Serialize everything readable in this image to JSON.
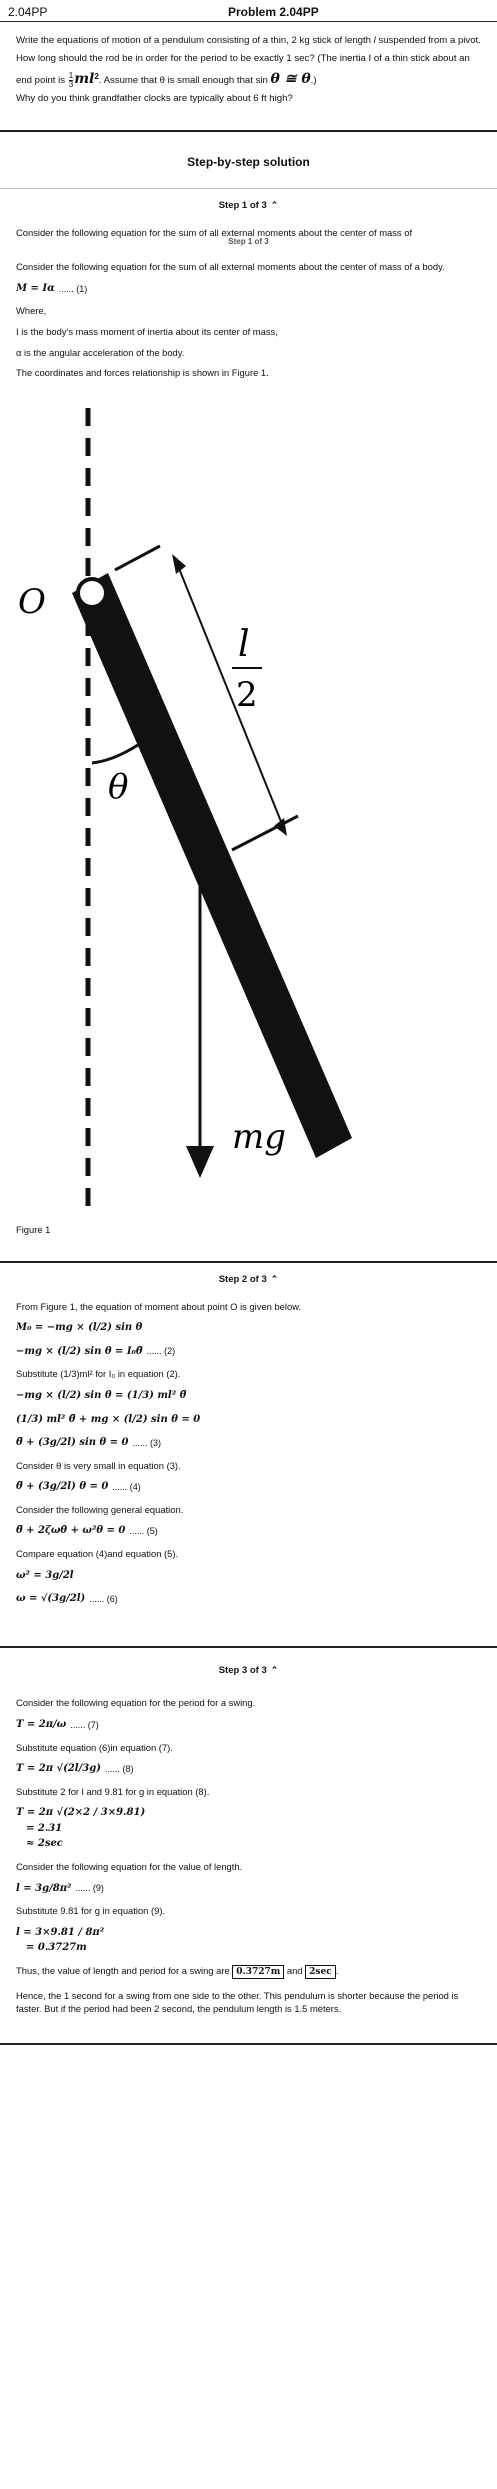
{
  "header": {
    "left": "2.04PP",
    "center": "Problem 2.04PP"
  },
  "problem": {
    "text1": "Write the equations of motion of a pendulum consisting of a thin, 2 kg stick of length",
    "l": "l",
    "text2": "suspended from a pivot. How long should the rod be in order for the period to be exactly 1 sec? (The inertia I of a thin stick about an end point is",
    "frac_num": "1",
    "frac_den": "3",
    "ml2": "ml",
    "text3": ". Assume that θ is small enough that sin",
    "approx": "θ ≅ θ",
    "text4": ".)",
    "text5": "Why do you think grandfather clocks are typically about 6 ft high?"
  },
  "solution_title": "Step-by-step solution",
  "step1": {
    "header": "Step 1 of 3",
    "intro_ghost": "Consider the following equation for the sum of all external moments about the center of mass of",
    "ghost_step": "Step 1 of 3",
    "intro": "Consider the following equation for the sum of all external moments about the center of mass of a body.",
    "eq1": "M = Iα",
    "eq1_tag": "...... (1)",
    "where": "Where,",
    "w1": "I is the body's mass moment of inertia about its center of mass,",
    "w2": "α is the angular acceleration of the body.",
    "coords": "The coordinates and forces relationship is shown in Figure 1.",
    "fig_O": "O",
    "fig_l": "l",
    "fig_2": "2",
    "fig_theta": "θ",
    "fig_mg": "mg",
    "caption": "Figure 1"
  },
  "step2": {
    "header": "Step 2 of 3",
    "intro": "From Figure 1, the equation of moment about point O is given below.",
    "e1": "M₀ = −mg × (l/2) sin θ",
    "e2": "−mg × (l/2) sin θ = I₀θ̈",
    "e2_tag": "...... (2)",
    "sub": "Substitute (1/3)ml² for I₀ in equation (2).",
    "e3": "−mg × (l/2) sin θ = (1/3) ml² θ̈",
    "e4": "(1/3) ml² θ̈ + mg × (l/2) sin θ = 0",
    "e5": "θ̈ + (3g/2l) sin θ = 0",
    "e5_tag": "...... (3)",
    "small": "Consider θ is very small in equation (3).",
    "e6": "θ̈ + (3g/2l) θ = 0",
    "e6_tag": "...... (4)",
    "gen": "Consider the following general equation.",
    "e7": "θ̈ + 2ζωθ̇ + ω²θ = 0",
    "e7_tag": "...... (5)",
    "compare": "Compare equation (4)and equation (5).",
    "e8": "ω² = 3g/2l",
    "e9": "ω = √(3g/2l)",
    "e9_tag": "...... (6)"
  },
  "step3": {
    "header": "Step 3 of 3",
    "intro": "Consider the following equation for the period for a swing.",
    "e1": "T = 2π/ω",
    "e1_tag": "...... (7)",
    "sub1": "Substitute equation (6)in equation (7).",
    "e2": "T = 2π √(2l/3g)",
    "e2_tag": "...... (8)",
    "sub2": "Substitute 2 for l and 9.81 for g in equation (8).",
    "e3": "T = 2π √(2×2 / 3×9.81)",
    "e3b": "= 2.31",
    "e3c": "≈ 2sec",
    "len": "Consider the following equation for the value of length.",
    "e4": "l = 3g/8π²",
    "e4_tag": "...... (9)",
    "sub3": "Substitute 9.81 for g in equation (9).",
    "e5": "l = 3×9.81 / 8π²",
    "e5b": "= 0.3727m",
    "thus1": "Thus, the value of length and period for a swing are",
    "ans1": "0.3727m",
    "and": "and",
    "ans2": "2sec",
    "thus_end": ".",
    "final": "Hence, the 1 second for a swing from one side to the other. This pendulum is shorter because the period is faster. But if the period had been 2 second, the pendulum length is 1.5 meters."
  }
}
